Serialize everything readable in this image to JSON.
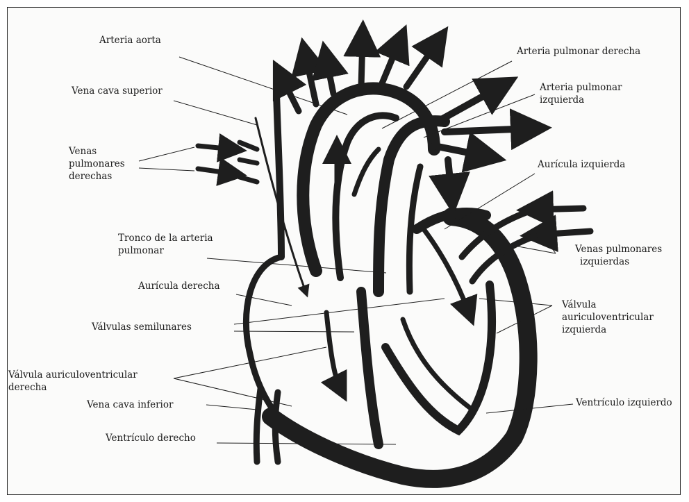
{
  "diagram": {
    "labels": {
      "aorta": "Arteria aorta",
      "vena_cava_superior": "Vena cava superior",
      "venas_pulm_der_1": "Venas",
      "venas_pulm_der_2": "pulmonares",
      "venas_pulm_der_3": "derechas",
      "tronco_1": "Tronco de la arteria",
      "tronco_2": "pulmonar",
      "auricula_derecha": "Aurícula derecha",
      "valvulas_semilunares": "Válvulas semilunares",
      "valvula_av_der_1": "Válvula auriculoventricular",
      "valvula_av_der_2": "derecha",
      "vena_cava_inferior": "Vena cava inferior",
      "ventriculo_derecho": "Ventrículo derecho",
      "art_pulm_der": "Arteria pulmonar derecha",
      "art_pulm_izq_1": "Arteria pulmonar",
      "art_pulm_izq_2": "izquierda",
      "auricula_izquierda": "Aurícula izquierda",
      "venas_pulm_izq_1": "Venas pulmonares",
      "venas_pulm_izq_2": "izquierdas",
      "valvula_av_izq_1": "Válvula",
      "valvula_av_izq_2": "auriculoventricular",
      "valvula_av_izq_3": "izquierda",
      "ventriculo_izquierdo": "Ventrículo izquierdo"
    },
    "colors": {
      "ink": "#1e1e1e",
      "frame": "#222222",
      "paper": "#fbfbfa"
    }
  }
}
